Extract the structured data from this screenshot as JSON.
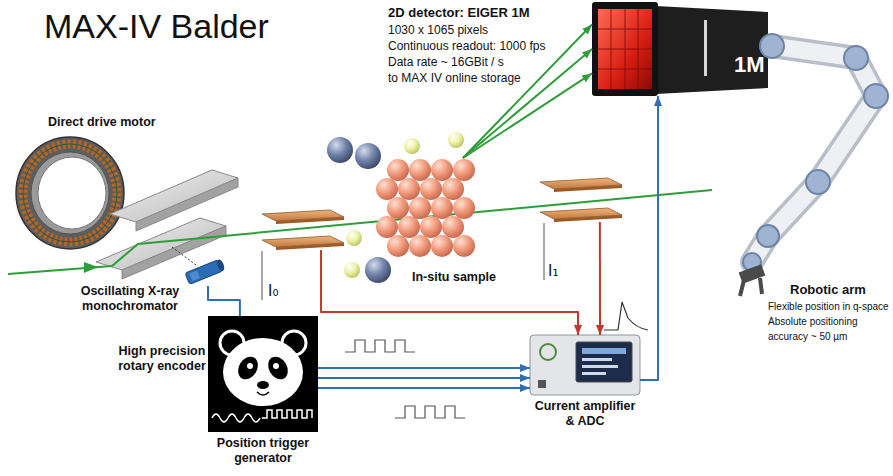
{
  "diagram": {
    "title": "MAX-IV Balder",
    "nodes": [
      {
        "text": [
          "Direct drive motor"
        ]
      },
      {
        "text": [
          "Oscillating X-ray monochromator"
        ]
      },
      {
        "text": [
          "High precision rotary encoder"
        ]
      },
      {
        "text": [
          "I₀"
        ]
      },
      {
        "text": [
          "In-situ sample"
        ]
      },
      {
        "text": [
          "I₁"
        ]
      },
      {
        "text": [
          "2D detector: EIGER 1M",
          "1030 x 1065 pixels",
          "Continuous readout: 1000 fps",
          "Data rate ~ 16GBit / s",
          "to MAX IV online storage",
          "1M"
        ]
      },
      {
        "text": [
          "Robotic arm",
          "Flexible position in q-space",
          "Absolute positioning accuracy ~ 50 µm"
        ]
      },
      {
        "text": [
          "Position trigger generator"
        ]
      },
      {
        "text": [
          "Current amplifier & ADC"
        ]
      }
    ],
    "edges": [
      {
        "from": 2,
        "to": 8,
        "arrow": "none"
      },
      {
        "from": 8,
        "to": 9,
        "arrow": "to"
      },
      {
        "from": 8,
        "to": 9,
        "arrow": "to"
      },
      {
        "from": 8,
        "to": 9,
        "arrow": "to"
      },
      {
        "from": 3,
        "to": 9,
        "arrow": "to"
      },
      {
        "from": 5,
        "to": 9,
        "arrow": "to"
      },
      {
        "from": 9,
        "to": 6,
        "arrow": "to"
      },
      {
        "from": 4,
        "to": 6,
        "arrow": "to"
      },
      {
        "from": 4,
        "to": 6,
        "arrow": "to"
      },
      {
        "from": 4,
        "to": 6,
        "arrow": "to"
      }
    ]
  }
}
